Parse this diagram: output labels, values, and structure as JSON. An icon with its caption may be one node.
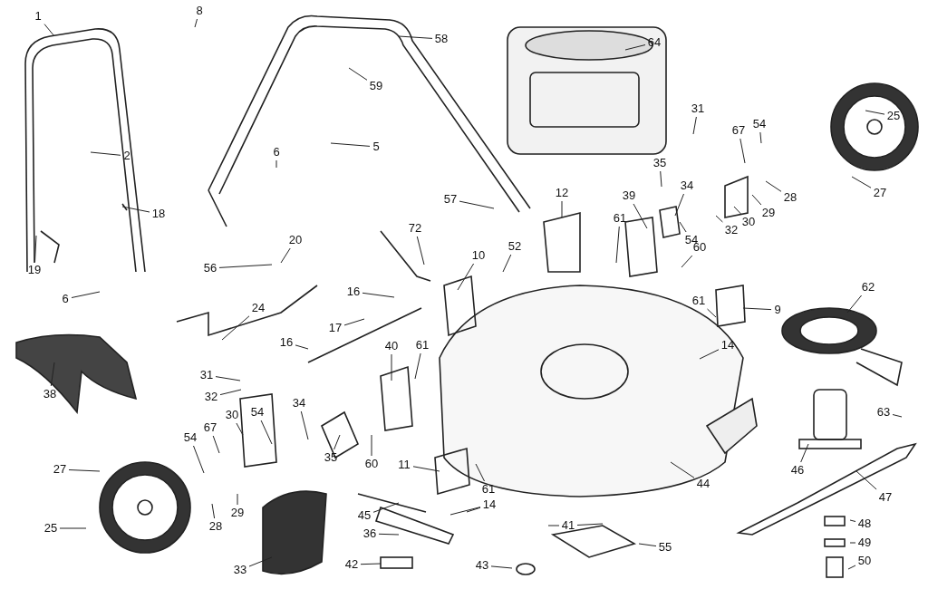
{
  "diagram": {
    "nodes": [
      {
        "text": [
          "8"
        ]
      },
      {
        "text": [
          "1"
        ]
      },
      {
        "text": [
          "58"
        ]
      },
      {
        "text": [
          "64"
        ]
      },
      {
        "text": [
          "59"
        ]
      },
      {
        "text": [
          "31"
        ]
      },
      {
        "text": [
          "25"
        ]
      },
      {
        "text": [
          "54"
        ]
      },
      {
        "text": [
          "67"
        ]
      },
      {
        "text": [
          "5"
        ]
      },
      {
        "text": [
          "6"
        ]
      },
      {
        "text": [
          "2"
        ]
      },
      {
        "text": [
          "35"
        ]
      },
      {
        "text": [
          "34"
        ]
      },
      {
        "text": [
          "27"
        ]
      },
      {
        "text": [
          "12"
        ]
      },
      {
        "text": [
          "39"
        ]
      },
      {
        "text": [
          "28"
        ]
      },
      {
        "text": [
          "57"
        ]
      },
      {
        "text": [
          "18"
        ]
      },
      {
        "text": [
          "30"
        ]
      },
      {
        "text": [
          "29"
        ]
      },
      {
        "text": [
          "61"
        ]
      },
      {
        "text": [
          "72"
        ]
      },
      {
        "text": [
          "32"
        ]
      },
      {
        "text": [
          "20"
        ]
      },
      {
        "text": [
          "54"
        ]
      },
      {
        "text": [
          "60"
        ]
      },
      {
        "text": [
          "52"
        ]
      },
      {
        "text": [
          "10"
        ]
      },
      {
        "text": [
          "56"
        ]
      },
      {
        "text": [
          "19"
        ]
      },
      {
        "text": [
          "62"
        ]
      },
      {
        "text": [
          "16"
        ]
      },
      {
        "text": [
          "6"
        ]
      },
      {
        "text": [
          "61"
        ]
      },
      {
        "text": [
          "24"
        ]
      },
      {
        "text": [
          "9"
        ]
      },
      {
        "text": [
          "17"
        ]
      },
      {
        "text": [
          "16"
        ]
      },
      {
        "text": [
          "14"
        ]
      },
      {
        "text": [
          "40"
        ]
      },
      {
        "text": [
          "61"
        ]
      },
      {
        "text": [
          "31"
        ]
      },
      {
        "text": [
          "38"
        ]
      },
      {
        "text": [
          "32"
        ]
      },
      {
        "text": [
          "34"
        ]
      },
      {
        "text": [
          "54"
        ]
      },
      {
        "text": [
          "63"
        ]
      },
      {
        "text": [
          "30"
        ]
      },
      {
        "text": [
          "67"
        ]
      },
      {
        "text": [
          "54"
        ]
      },
      {
        "text": [
          "35"
        ]
      },
      {
        "text": [
          "60"
        ]
      },
      {
        "text": [
          "11"
        ]
      },
      {
        "text": [
          "27"
        ]
      },
      {
        "text": [
          "46"
        ]
      },
      {
        "text": [
          "44"
        ]
      },
      {
        "text": [
          "61"
        ]
      },
      {
        "text": [
          "47"
        ]
      },
      {
        "text": [
          "14"
        ]
      },
      {
        "text": [
          "29"
        ]
      },
      {
        "text": [
          "45"
        ]
      },
      {
        "text": [
          "48"
        ]
      },
      {
        "text": [
          "41"
        ]
      },
      {
        "text": [
          "28"
        ]
      },
      {
        "text": [
          "25"
        ]
      },
      {
        "text": [
          "36"
        ]
      },
      {
        "text": [
          "49"
        ]
      },
      {
        "text": [
          "55"
        ]
      },
      {
        "text": [
          "42"
        ]
      },
      {
        "text": [
          "43"
        ]
      },
      {
        "text": [
          "50"
        ]
      },
      {
        "text": [
          "33"
        ]
      }
    ],
    "edges": [
      {
        "from": 0,
        "to": null,
        "arrow": "none"
      },
      {
        "from": 1,
        "to": null,
        "arrow": "none"
      },
      {
        "from": 2,
        "to": null,
        "arrow": "none"
      },
      {
        "from": 3,
        "to": null,
        "arrow": "none"
      },
      {
        "from": 4,
        "to": null,
        "arrow": "none"
      },
      {
        "from": 5,
        "to": null,
        "arrow": "none"
      },
      {
        "from": 6,
        "to": null,
        "arrow": "none"
      },
      {
        "from": 7,
        "to": null,
        "arrow": "none"
      },
      {
        "from": 8,
        "to": null,
        "arrow": "none"
      },
      {
        "from": 9,
        "to": null,
        "arrow": "none"
      },
      {
        "from": 10,
        "to": null,
        "arrow": "none"
      },
      {
        "from": 11,
        "to": null,
        "arrow": "none"
      },
      {
        "from": 12,
        "to": null,
        "arrow": "none"
      },
      {
        "from": 13,
        "to": null,
        "arrow": "none"
      },
      {
        "from": 14,
        "to": null,
        "arrow": "none"
      },
      {
        "from": 15,
        "to": null,
        "arrow": "none"
      },
      {
        "from": 16,
        "to": null,
        "arrow": "none"
      },
      {
        "from": 17,
        "to": null,
        "arrow": "none"
      },
      {
        "from": 18,
        "to": null,
        "arrow": "none"
      },
      {
        "from": 19,
        "to": null,
        "arrow": "none"
      },
      {
        "from": 20,
        "to": null,
        "arrow": "none"
      },
      {
        "from": 21,
        "to": null,
        "arrow": "none"
      },
      {
        "from": 22,
        "to": null,
        "arrow": "none"
      },
      {
        "from": 23,
        "to": null,
        "arrow": "none"
      },
      {
        "from": 24,
        "to": null,
        "arrow": "none"
      },
      {
        "from": 25,
        "to": null,
        "arrow": "none"
      },
      {
        "from": 26,
        "to": null,
        "arrow": "none"
      },
      {
        "from": 27,
        "to": null,
        "arrow": "none"
      },
      {
        "from": 28,
        "to": null,
        "arrow": "none"
      },
      {
        "from": 29,
        "to": null,
        "arrow": "none"
      },
      {
        "from": 30,
        "to": null,
        "arrow": "none"
      },
      {
        "from": 31,
        "to": null,
        "arrow": "none"
      },
      {
        "from": 32,
        "to": null,
        "arrow": "none"
      },
      {
        "from": 33,
        "to": null,
        "arrow": "none"
      },
      {
        "from": 34,
        "to": null,
        "arrow": "none"
      },
      {
        "from": 35,
        "to": null,
        "arrow": "none"
      },
      {
        "from": 36,
        "to": null,
        "arrow": "none"
      },
      {
        "from": 37,
        "to": null,
        "arrow": "none"
      },
      {
        "from": 38,
        "to": null,
        "arrow": "none"
      },
      {
        "from": 39,
        "to": null,
        "arrow": "none"
      },
      {
        "from": 40,
        "to": null,
        "arrow": "none"
      },
      {
        "from": 41,
        "to": null,
        "arrow": "none"
      },
      {
        "from": 42,
        "to": null,
        "arrow": "none"
      },
      {
        "from": 43,
        "to": null,
        "arrow": "none"
      },
      {
        "from": 44,
        "to": null,
        "arrow": "none"
      },
      {
        "from": 45,
        "to": null,
        "arrow": "none"
      },
      {
        "from": 46,
        "to": null,
        "arrow": "none"
      },
      {
        "from": 47,
        "to": null,
        "arrow": "none"
      },
      {
        "from": 48,
        "to": null,
        "arrow": "none"
      },
      {
        "from": 49,
        "to": null,
        "arrow": "none"
      },
      {
        "from": 50,
        "to": null,
        "arrow": "none"
      },
      {
        "from": 51,
        "to": null,
        "arrow": "none"
      },
      {
        "from": 52,
        "to": null,
        "arrow": "none"
      },
      {
        "from": 53,
        "to": null,
        "arrow": "none"
      },
      {
        "from": 54,
        "to": null,
        "arrow": "none"
      },
      {
        "from": 55,
        "to": null,
        "arrow": "none"
      },
      {
        "from": 56,
        "to": null,
        "arrow": "none"
      },
      {
        "from": 57,
        "to": null,
        "arrow": "none"
      },
      {
        "from": 58,
        "to": null,
        "arrow": "none"
      },
      {
        "from": 59,
        "to": null,
        "arrow": "none"
      },
      {
        "from": 60,
        "to": null,
        "arrow": "none"
      },
      {
        "from": 61,
        "to": null,
        "arrow": "none"
      },
      {
        "from": 62,
        "to": null,
        "arrow": "none"
      },
      {
        "from": 63,
        "to": null,
        "arrow": "none"
      },
      {
        "from": 64,
        "to": null,
        "arrow": "none"
      },
      {
        "from": 65,
        "to": null,
        "arrow": "none"
      },
      {
        "from": 66,
        "to": null,
        "arrow": "none"
      },
      {
        "from": 67,
        "to": null,
        "arrow": "none"
      },
      {
        "from": 68,
        "to": null,
        "arrow": "none"
      },
      {
        "from": 69,
        "to": null,
        "arrow": "none"
      },
      {
        "from": 70,
        "to": null,
        "arrow": "none"
      },
      {
        "from": 71,
        "to": null,
        "arrow": "none"
      },
      {
        "from": 72,
        "to": null,
        "arrow": "none"
      },
      {
        "from": 73,
        "to": null,
        "arrow": "none"
      },
      {
        "from": 64,
        "to": null,
        "arrow": "none"
      },
      {
        "from": 60,
        "to": null,
        "arrow": "none"
      }
    ]
  }
}
